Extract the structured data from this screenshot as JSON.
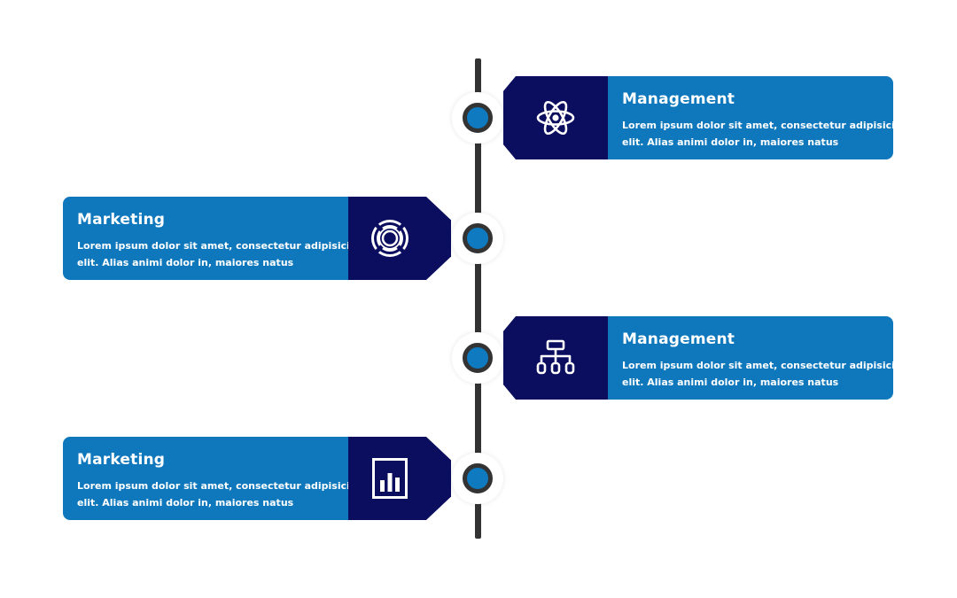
{
  "timeline": {
    "items": [
      {
        "side": "right",
        "icon": "atom-icon",
        "title": "Management",
        "desc_line1": "Lorem ipsum dolor sit amet, consectetur adipisicing",
        "desc_line2": "elit. Alias animi dolor in, maiores natus"
      },
      {
        "side": "left",
        "icon": "lifebuoy-icon",
        "title": "Marketing",
        "desc_line1": "Lorem ipsum dolor sit amet, consectetur adipisicing",
        "desc_line2": "elit. Alias animi dolor in, maiores natus"
      },
      {
        "side": "right",
        "icon": "hierarchy-icon",
        "title": "Management",
        "desc_line1": "Lorem ipsum dolor sit amet, consectetur adipisicing",
        "desc_line2": "elit. Alias animi dolor in, maiores natus"
      },
      {
        "side": "left",
        "icon": "bar-chart-icon",
        "title": "Marketing",
        "desc_line1": "Lorem ipsum dolor sit amet, consectetur adipisicing",
        "desc_line2": "elit. Alias animi dolor in, maiores natus"
      }
    ]
  },
  "colors": {
    "card_blue": "#0f78bd",
    "tab_navy": "#0b0e5f",
    "axis": "#333333",
    "node_blue": "#0f7abf"
  }
}
